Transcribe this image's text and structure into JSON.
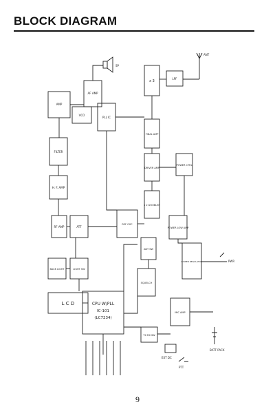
{
  "header": {
    "title": "BLOCK DIAGRAM"
  },
  "footer": {
    "page_number": "9"
  },
  "diagram": {
    "blocks": {
      "lcd": "L C D",
      "cpu_line1": "CPU W/PLL",
      "cpu_line2": "IC-101",
      "cpu_line3": "(LC7234)",
      "rf_amp": "RF AMP",
      "att": "ATT",
      "filter": "FILTER",
      "hf_amp": "H. F. AMP",
      "amp": "AMP",
      "pll_ic": "PLL IC",
      "vco": "VCO",
      "tripler": "x 3",
      "final_amp": "FINAL AMP",
      "driver_amp": "DRIVER AMP",
      "doubler": "x 2 DOUBLER",
      "power_ctrl": "POWER CTRL",
      "power_low": "POWER LOW AMP",
      "voltage_reg": "POWER REGULATOR",
      "mic_amp": "MIC AMP",
      "ref_osc": "REF OSC",
      "tx_rx_sw": "TX RX SW",
      "af_amp": "AF AMP",
      "back_light": "BACK LIGHT",
      "light_sw": "LIGHT SW",
      "squelch": "SQUELCH",
      "ant_sw": "ANT SW",
      "lpf": "LPF"
    },
    "labels": {
      "ant": "ANT",
      "spk": "SP",
      "batt_pack": "BATT PACK",
      "ext_dc": "EXT DC",
      "ptt": "PTT",
      "power": "PWR"
    }
  }
}
